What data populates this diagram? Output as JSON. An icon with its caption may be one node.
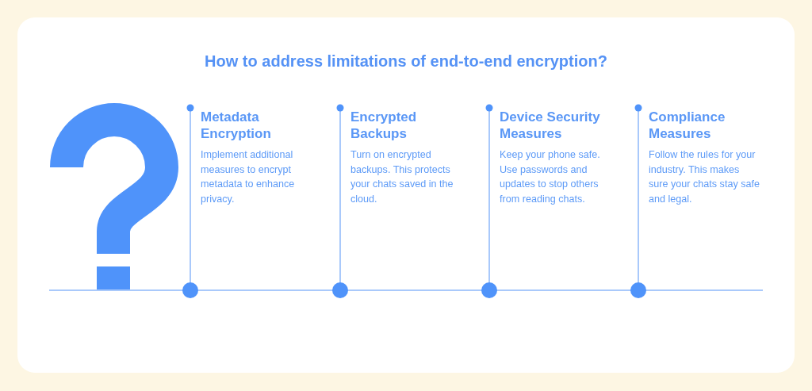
{
  "diagram": {
    "title": "How to address limitations of end-to-end encryption?",
    "labels": [
      "Metadata Encryption",
      "Implement additional measures to encrypt metadata to enhance privacy.",
      "Encrypted Backups",
      "Turn on encrypted backups. This protects your chats saved in the cloud.",
      "Device Security Measures",
      "Keep your phone safe. Use passwords and updates to stop others from reading chats.",
      "Compliance Measures",
      "Follow the rules for your industry. This makes sure your chats stay safe and legal."
    ]
  }
}
